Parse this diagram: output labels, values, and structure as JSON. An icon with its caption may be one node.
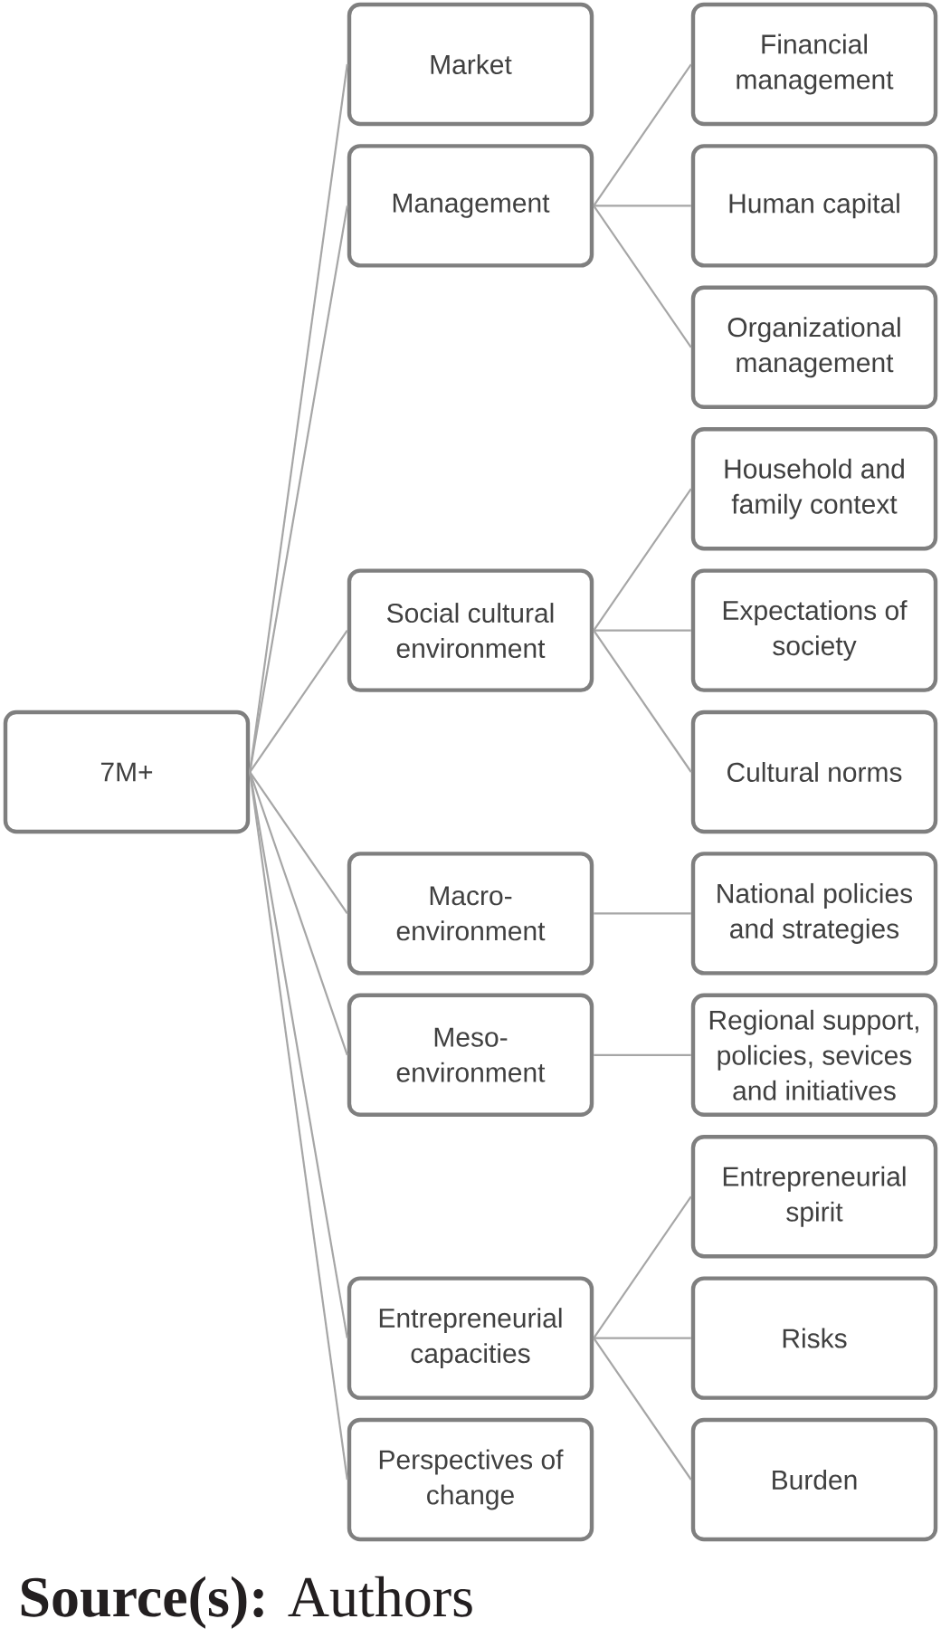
{
  "diagram": {
    "caption": "**Source(s):** Authors",
    "nodes": [
      {
        "text": [
          "7M+"
        ]
      },
      {
        "text": [
          "Market"
        ]
      },
      {
        "text": [
          "Management"
        ]
      },
      {
        "text": [
          "Financial management"
        ]
      },
      {
        "text": [
          "Human capital"
        ]
      },
      {
        "text": [
          "Organizational management"
        ]
      },
      {
        "text": [
          "Social cultural environment"
        ]
      },
      {
        "text": [
          "Household and family context"
        ]
      },
      {
        "text": [
          "Expectations of society"
        ]
      },
      {
        "text": [
          "Cultural norms"
        ]
      },
      {
        "text": [
          "Macro-environment"
        ]
      },
      {
        "text": [
          "National policies and strategies"
        ]
      },
      {
        "text": [
          "Meso-environment"
        ]
      },
      {
        "text": [
          "Regional support, policies, sevices and initiatives"
        ]
      },
      {
        "text": [
          "Entrepreneurial capacities"
        ]
      },
      {
        "text": [
          "Entrepreneurial spirit"
        ]
      },
      {
        "text": [
          "Risks"
        ]
      },
      {
        "text": [
          "Burden"
        ]
      },
      {
        "text": [
          "Perspectives of change"
        ]
      }
    ],
    "edges": [
      {
        "from": 0,
        "to": 1,
        "arrow": "none"
      },
      {
        "from": 0,
        "to": 2,
        "arrow": "none"
      },
      {
        "from": 2,
        "to": 3,
        "arrow": "none"
      },
      {
        "from": 2,
        "to": 4,
        "arrow": "none"
      },
      {
        "from": 2,
        "to": 5,
        "arrow": "none"
      },
      {
        "from": 0,
        "to": 6,
        "arrow": "none"
      },
      {
        "from": 6,
        "to": 7,
        "arrow": "none"
      },
      {
        "from": 6,
        "to": 8,
        "arrow": "none"
      },
      {
        "from": 6,
        "to": 9,
        "arrow": "none"
      },
      {
        "from": 0,
        "to": 10,
        "arrow": "none"
      },
      {
        "from": 10,
        "to": 11,
        "arrow": "none"
      },
      {
        "from": 0,
        "to": 12,
        "arrow": "none"
      },
      {
        "from": 12,
        "to": 13,
        "arrow": "none"
      },
      {
        "from": 0,
        "to": 14,
        "arrow": "none"
      },
      {
        "from": 14,
        "to": 15,
        "arrow": "none"
      },
      {
        "from": 14,
        "to": 16,
        "arrow": "none"
      },
      {
        "from": 14,
        "to": 17,
        "arrow": "none"
      },
      {
        "from": 0,
        "to": 18,
        "arrow": "none"
      }
    ]
  }
}
